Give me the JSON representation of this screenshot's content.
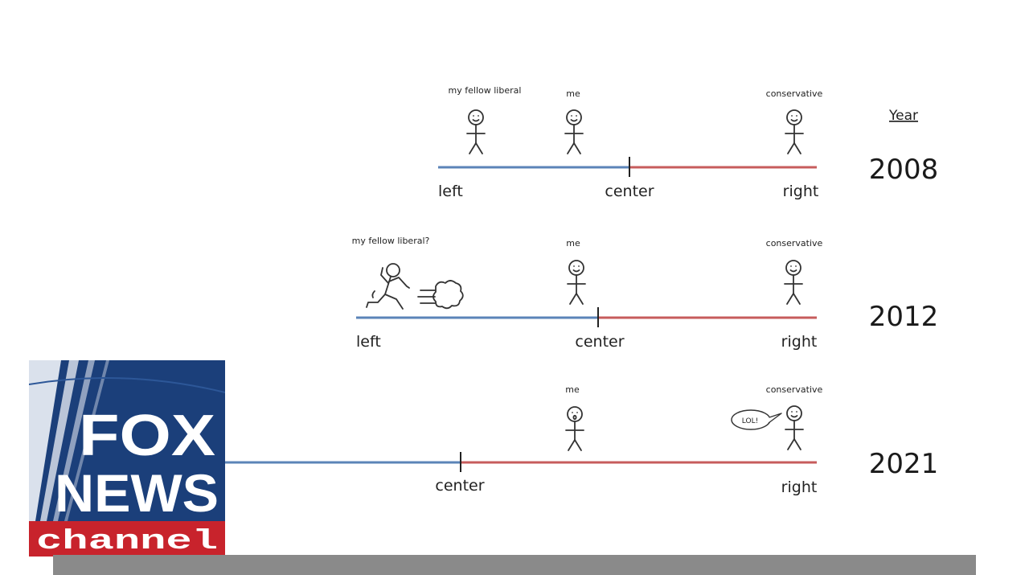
{
  "header": {
    "year_label": "Year"
  },
  "rows": [
    {
      "year": "2008",
      "axis": {
        "left": "left",
        "center": "center",
        "right": "right"
      },
      "people": {
        "liberal": "my fellow liberal",
        "me": "me",
        "conservative": "conservative"
      }
    },
    {
      "year": "2012",
      "axis": {
        "left": "left",
        "center": "center",
        "right": "right"
      },
      "people": {
        "liberal": "my fellow liberal?",
        "me": "me",
        "conservative": "conservative"
      }
    },
    {
      "year": "2021",
      "axis": {
        "center": "center",
        "right": "right"
      },
      "people": {
        "me": "me",
        "conservative": "conservative"
      },
      "speech_bubble": "LOL!"
    }
  ],
  "logo": {
    "line1": "FOX",
    "line2": "NEWS",
    "line3": "channel"
  },
  "colors": {
    "left_line": "#5b84b8",
    "right_line": "#c75c5c",
    "logo_blue": "#1b3f7a",
    "logo_red": "#c8232c"
  }
}
